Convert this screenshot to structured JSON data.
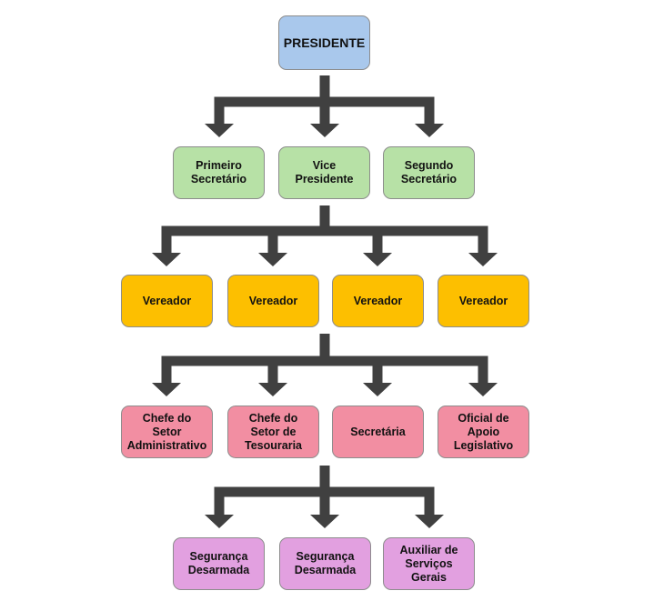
{
  "colors": {
    "arrow": "#404040",
    "president": "#a9c8ec",
    "secretaries": "#b7e1a6",
    "vereadores": "#fdbf00",
    "staff": "#f28ea2",
    "services": "#e2a0e0"
  },
  "nodes": {
    "president": "PRESIDENTE",
    "primeiro_secretario": "Primeiro\nSecretário",
    "vice_presidente": "Vice\nPresidente",
    "segundo_secretario": "Segundo\nSecretário",
    "vereador_1": "Vereador",
    "vereador_2": "Vereador",
    "vereador_3": "Vereador",
    "vereador_4": "Vereador",
    "chefe_administrativo": "Chefe do\nSetor\nAdministrativo",
    "chefe_tesouraria": "Chefe do\nSetor de\nTesouraria",
    "secretaria": "Secretária",
    "oficial_legislativo": "Oficial de\nApoio\nLegislativo",
    "seguranca_1": "Segurança\nDesarmada",
    "seguranca_2": "Segurança\nDesarmada",
    "auxiliar_servicos": "Auxiliar de\nServiços\nGerais"
  }
}
